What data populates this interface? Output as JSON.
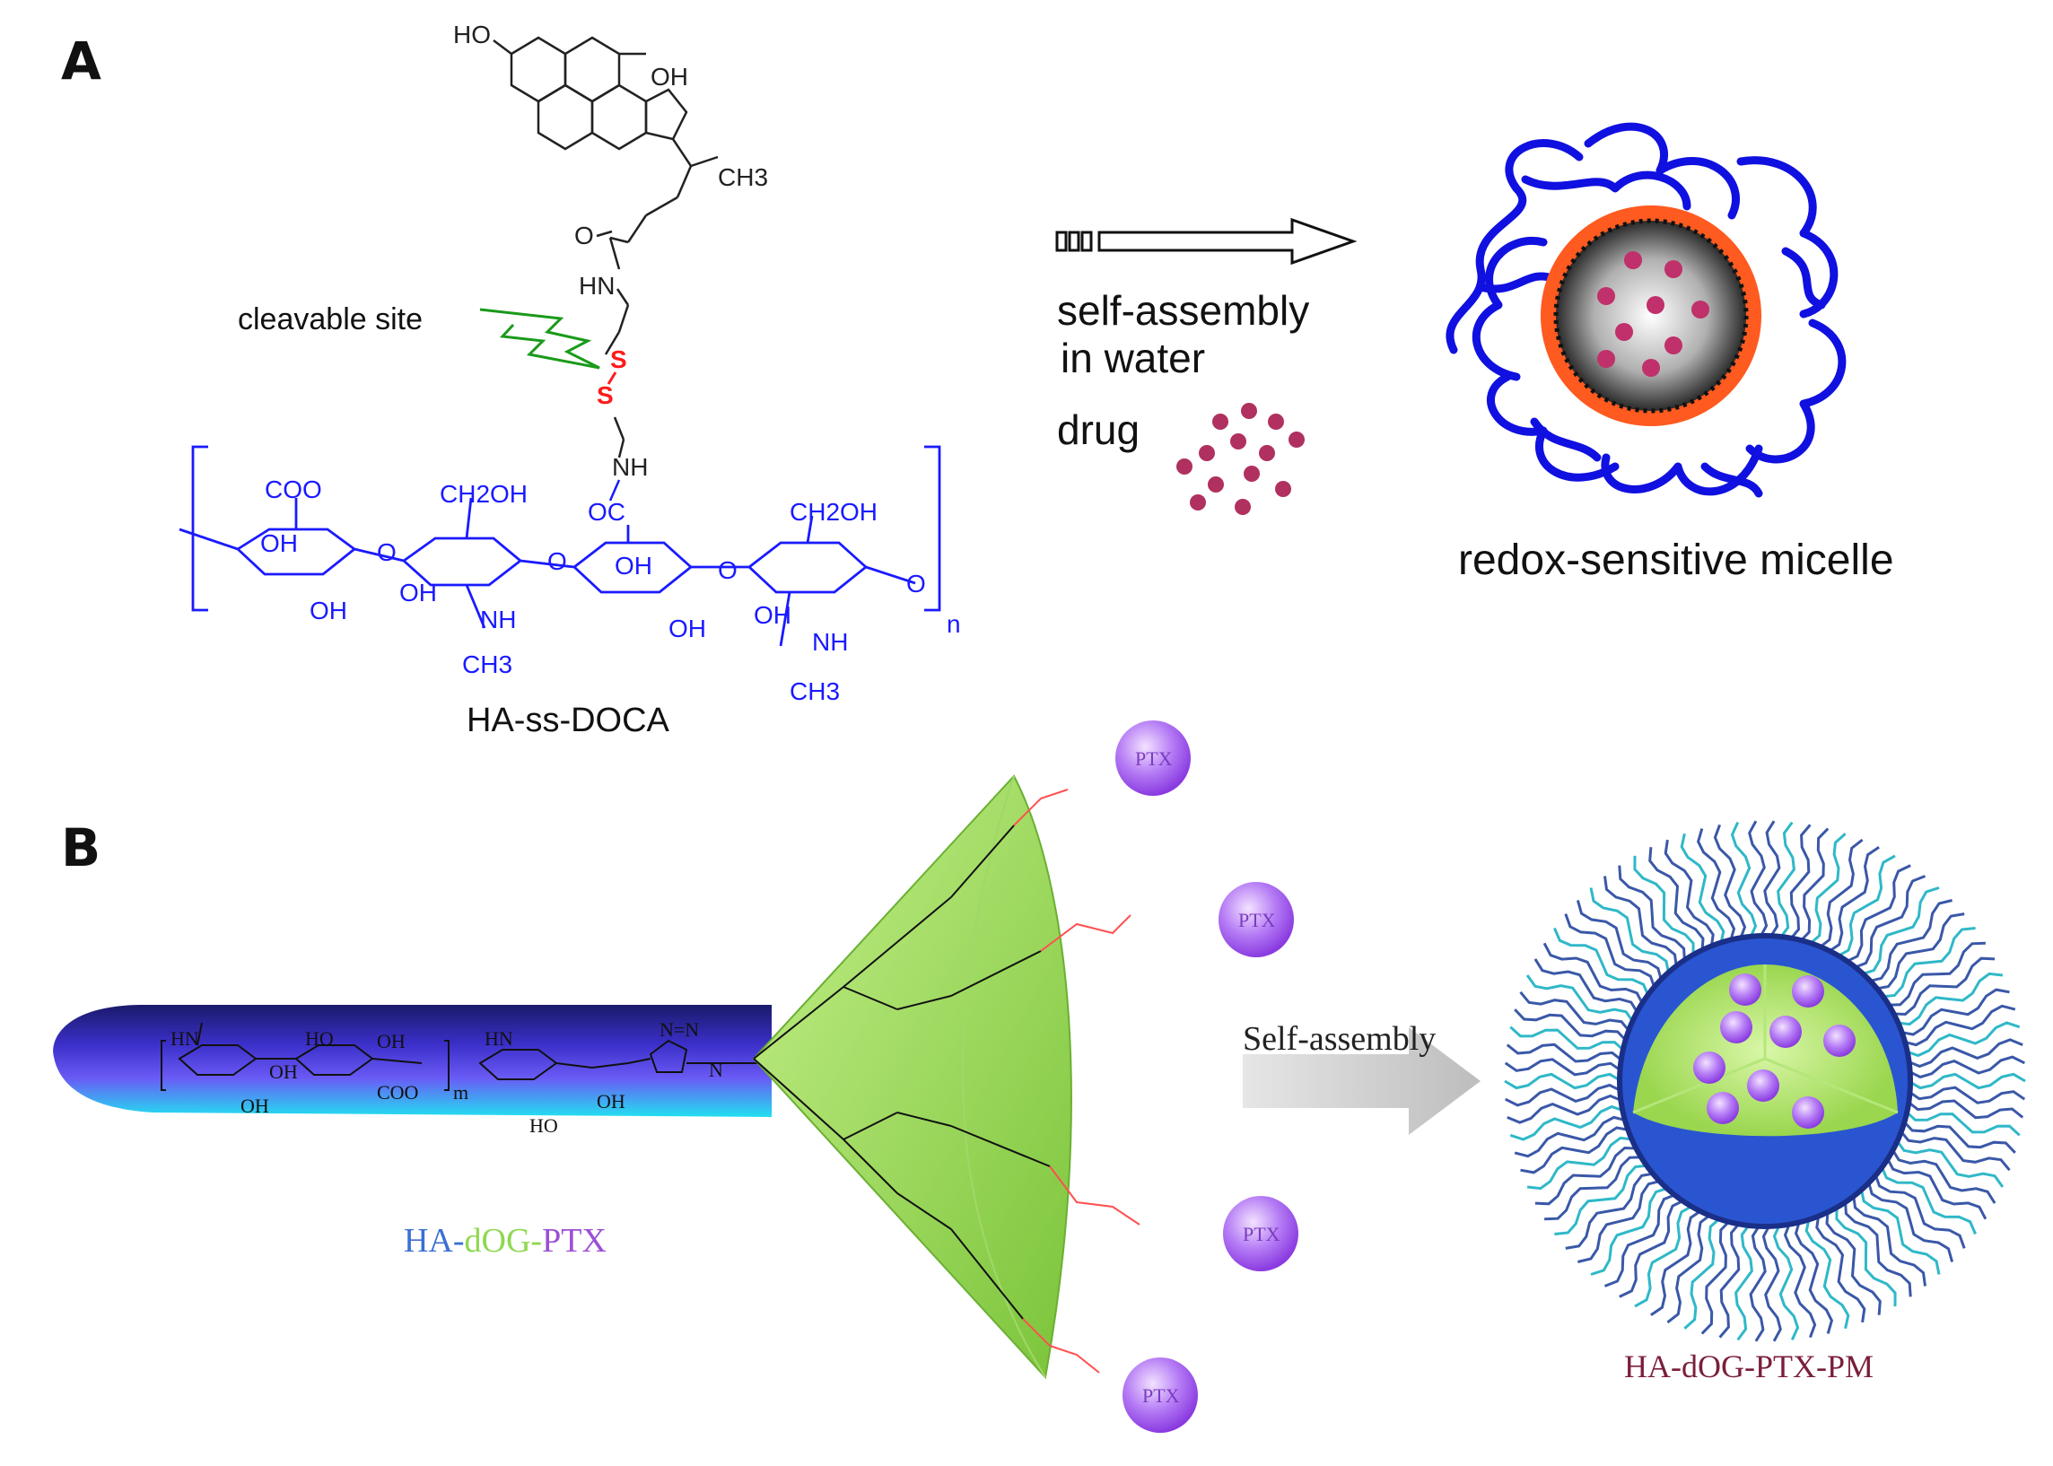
{
  "panel_a": {
    "letter": "A",
    "cleavable_label": "cleavable site",
    "compound_label": "HA-ss-DOCA",
    "arrow_label_line1": "self-assembly",
    "arrow_label_line2": "in water",
    "drug_label": "drug",
    "micelle_label": "redox-sensitive micelle",
    "chem": {
      "ho_top": "HO",
      "oh_top": "OH",
      "ch3": "CH3",
      "o_carbonyl": "O",
      "hn": "HN",
      "s1": "S",
      "s2": "S",
      "nh": "NH",
      "oc": "OC",
      "coo": "COO",
      "ch2oh_1": "CH2OH",
      "ch2oh_2": "CH2OH",
      "oh_labels": [
        "OH",
        "OH",
        "OH",
        "OH",
        "OH",
        "OH"
      ],
      "o_labels": [
        "O",
        "O",
        "O",
        "O"
      ],
      "nh_ring_1": "NH",
      "nh_ring_2": "NH",
      "ch3_ring_1": "CH3",
      "ch3_ring_2": "CH3",
      "n_sub": "n"
    }
  },
  "panel_b": {
    "letter": "B",
    "compound_label_ha": "HA-",
    "compound_label_dog": "dOG-",
    "compound_label_ptx": "PTX",
    "arrow_label": "Self-assembly",
    "micelle_label": "HA-dOG-PTX-PM",
    "ptx_labels": [
      "PTX",
      "PTX",
      "PTX",
      "PTX"
    ],
    "chem": {
      "hn": "HN",
      "ho": "HO",
      "oh": "OH",
      "coo": "COO",
      "m_sub": "m",
      "n_triazole": "N=N",
      "n_single": "N"
    }
  },
  "colors": {
    "ha_blue": "#1a1aff",
    "disulfide_red": "#ff1a1a",
    "cleavable_green": "#1a9a1a",
    "drug_magenta": "#b03060",
    "micelle_orange": "#ff5a1f",
    "dendron_green": "#8fd850",
    "ptx_purple": "#a855f7"
  }
}
